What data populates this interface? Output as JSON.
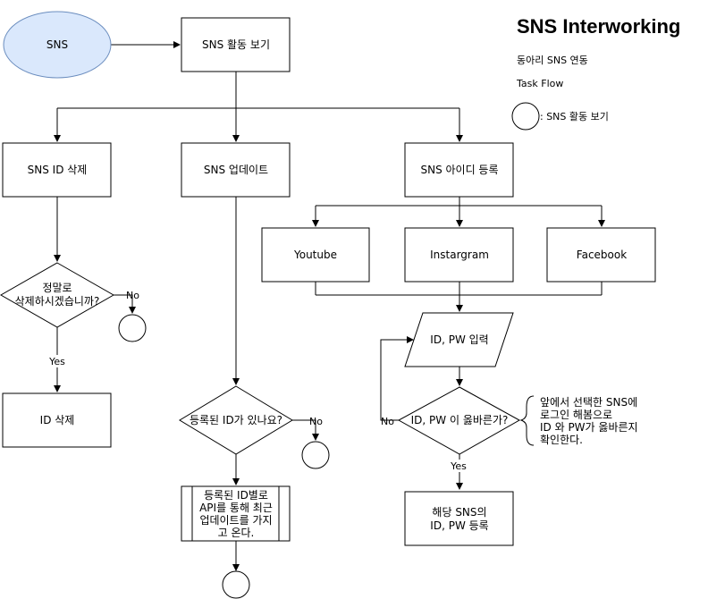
{
  "header": {
    "title": "SNS Interworking",
    "subtitle": "동아리 SNS 연동",
    "caption": "Task Flow",
    "legend_text": ": SNS 활동 보기"
  },
  "nodes": {
    "start": "SNS",
    "view": "SNS 활동 보기",
    "delete_id": "SNS ID 삭제",
    "update": "SNS 업데이트",
    "register": "SNS 아이디 등록",
    "youtube": "Youtube",
    "instagram": "Instargram",
    "facebook": "Facebook",
    "input_id_pw": "ID, PW 입력",
    "confirm_delete": [
      "정말로",
      "삭제하시겠습니까?"
    ],
    "id_delete": "ID 삭제",
    "has_id": "등록된 ID가 있나요?",
    "fetch_updates": [
      "등록된 ID별로",
      "API를 통해 최근",
      "업데이트를 가지",
      "고 온다."
    ],
    "check_id_pw": "ID, PW 이 옳바른가?",
    "register_done": [
      "해당 SNS의",
      "ID, PW 등록"
    ]
  },
  "edge_labels": {
    "no": "No",
    "yes": "Yes"
  },
  "annotation": [
    "앞에서 선택한 SNS에",
    "로그인 해봄으로",
    "ID 와 PW가 옳바른지",
    "확인한다."
  ],
  "colors": {
    "start_fill": "#dae8fc",
    "start_stroke": "#6c8ebf",
    "line": "#000000"
  }
}
